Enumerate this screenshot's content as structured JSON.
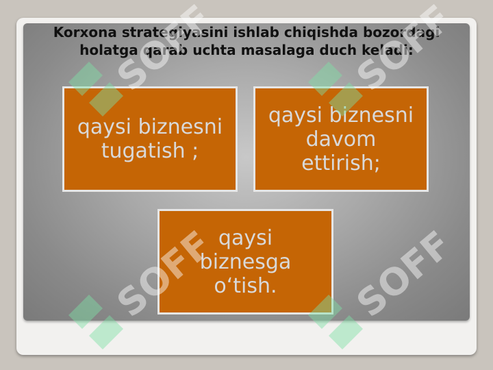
{
  "slide": {
    "title": "Korxona strategiyasini ishlab chiqishda bozordagi holatga qarab uchta masalaga duch keladi:",
    "boxes": [
      {
        "text": "qaysi biznesni\ntugatish ;"
      },
      {
        "text": "qaysi biznesni\ndavom\nettirish;"
      },
      {
        "text": "qaysi\nbiznesga\no‘tish."
      }
    ]
  },
  "watermark": {
    "text": "SOFF",
    "mark_color": "#7fe0a6",
    "text_color": "#ffffff"
  },
  "colors": {
    "box_fill": "#c56505",
    "box_border": "#e6e6e6",
    "box_text": "#d9d9d9",
    "title_text": "#111111"
  }
}
